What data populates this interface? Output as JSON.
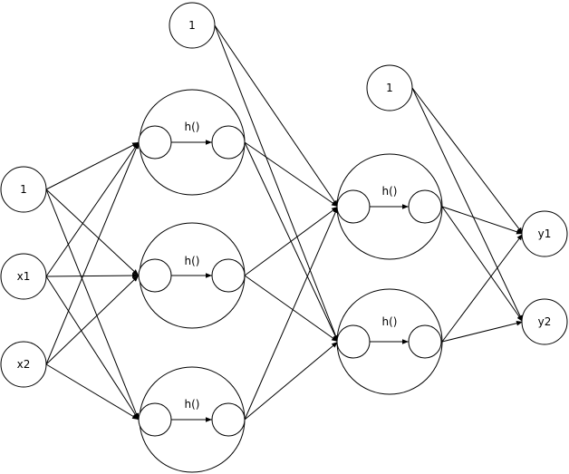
{
  "inputs": {
    "bias": "1",
    "x1": "x1",
    "x2": "x2"
  },
  "hidden_layer_1": {
    "bias": "1",
    "units": [
      {
        "activation": "h()"
      },
      {
        "activation": "h()"
      },
      {
        "activation": "h()"
      }
    ]
  },
  "hidden_layer_2": {
    "bias": "1",
    "units": [
      {
        "activation": "h()"
      },
      {
        "activation": "h()"
      }
    ]
  },
  "outputs": {
    "y1": "y1",
    "y2": "y2"
  }
}
